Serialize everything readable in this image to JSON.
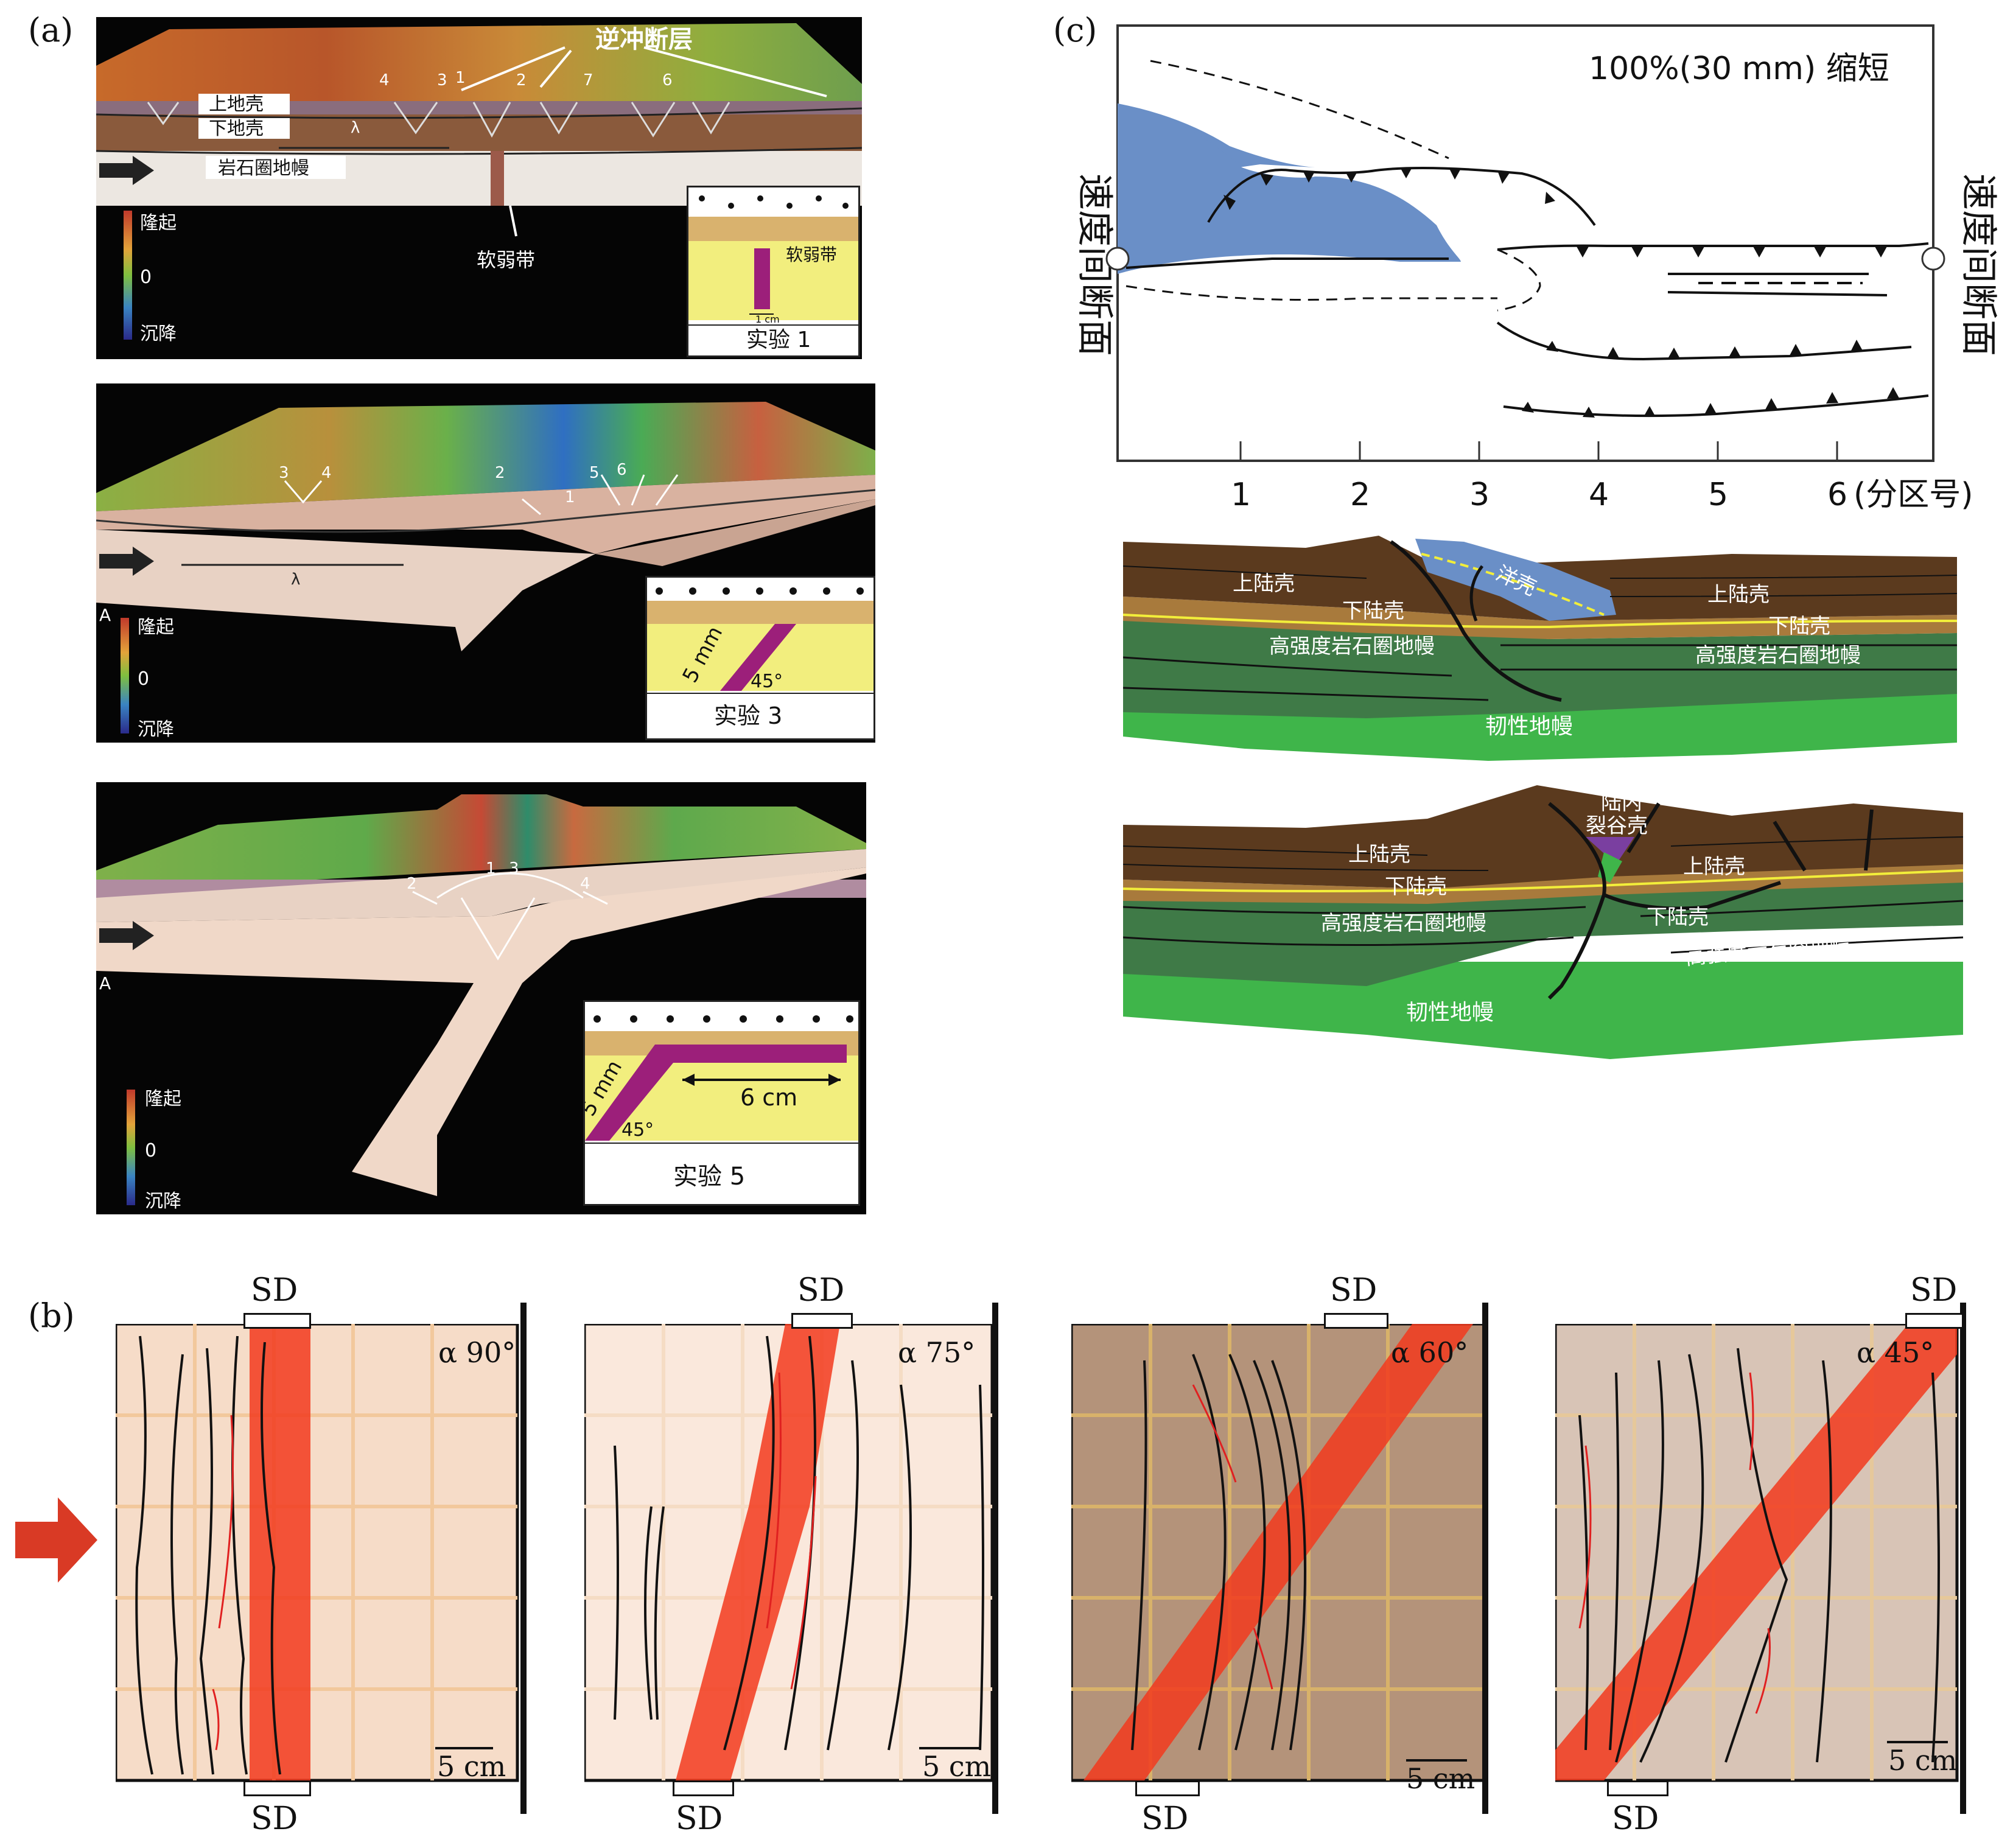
{
  "panel_a": {
    "label": "(a)",
    "exp1": {
      "callout": "逆冲断层",
      "fault_numbers": [
        "4",
        "3",
        "1",
        "2",
        "7",
        "6"
      ],
      "layer_upper_crust": "上地壳",
      "layer_lower_crust": "下地壳",
      "layer_mantle": "岩石圈地幔",
      "lambda": "λ",
      "weak_zone": "软弱带",
      "legend_up": "隆起",
      "legend_zero": "0",
      "legend_down": "沉降",
      "inset_weak": "软弱带",
      "inset_width": "1 cm",
      "inset_title": "实验 1"
    },
    "exp3": {
      "fault_numbers": [
        "3",
        "4",
        "2",
        "1",
        "5",
        "6"
      ],
      "lambda": "λ",
      "a_mark": "A",
      "legend_up": "隆起",
      "legend_zero": "0",
      "legend_down": "沉降",
      "inset_thickness": "5 mm",
      "inset_angle": "45°",
      "inset_title": "实验 3"
    },
    "exp5": {
      "fault_numbers": [
        "2",
        "1",
        "3",
        "4"
      ],
      "a_mark": "A",
      "legend_up": "隆起",
      "legend_zero": "0",
      "legend_down": "沉降",
      "inset_thickness": "5 mm",
      "inset_length": "6 cm",
      "inset_angle": "45°",
      "inset_title": "实验 5"
    }
  },
  "panel_b": {
    "label": "(b)",
    "boxes": [
      {
        "angle": "α 90°",
        "sd_top": "SD",
        "sd_bottom": "SD",
        "scale": "5 cm"
      },
      {
        "angle": "α 75°",
        "sd_top": "SD",
        "sd_bottom": "SD",
        "scale": "5 cm"
      },
      {
        "angle": "α 60°",
        "sd_top": "SD",
        "sd_bottom": "SD",
        "scale": "5 cm"
      },
      {
        "angle": "α 45°",
        "sd_top": "SD",
        "sd_bottom": "SD",
        "scale": "5 cm"
      }
    ]
  },
  "panel_c": {
    "label": "(c)",
    "title": "100%(30 mm) 缩短",
    "left_side_label": "速度间断面",
    "right_side_label": "速度间断面",
    "zone_numbers": [
      "1",
      "2",
      "3",
      "4",
      "5",
      "6"
    ],
    "zone_axis_label": "(分区号)",
    "section1": {
      "oceanic_crust": "洋壳",
      "upper_crust_left": "上陆壳",
      "lower_crust_left": "下陆壳",
      "strong_mantle_left": "高强度岩石圈地幔",
      "upper_crust_right": "上陆壳",
      "lower_crust_right": "下陆壳",
      "strong_mantle_right": "高强度岩石圈地幔",
      "ductile_mantle": "韧性地幔"
    },
    "section2": {
      "rift_crust_line1": "陆内",
      "rift_crust_line2": "裂谷壳",
      "upper_crust_left": "上陆壳",
      "lower_crust_left": "下陆壳",
      "strong_mantle_left": "高强度岩石圈地幔",
      "upper_crust_right": "上陆壳",
      "lower_crust_right": "下陆壳",
      "strong_mantle_right": "高强度岩石圈地幔",
      "ductile_mantle": "韧性地幔"
    }
  },
  "colors": {
    "oceanic": "#6a8fc7",
    "upper_crust": "#5b3a1e",
    "lower_crust": "#a87a3c",
    "strong_mantle": "#3f7a47",
    "ductile_mantle": "#3fb54a",
    "weak_zone": "#9c1f7a",
    "inset_yellow": "#f2ee7e",
    "inset_tan": "#d9b26e",
    "red_band": "#f23a1d"
  }
}
